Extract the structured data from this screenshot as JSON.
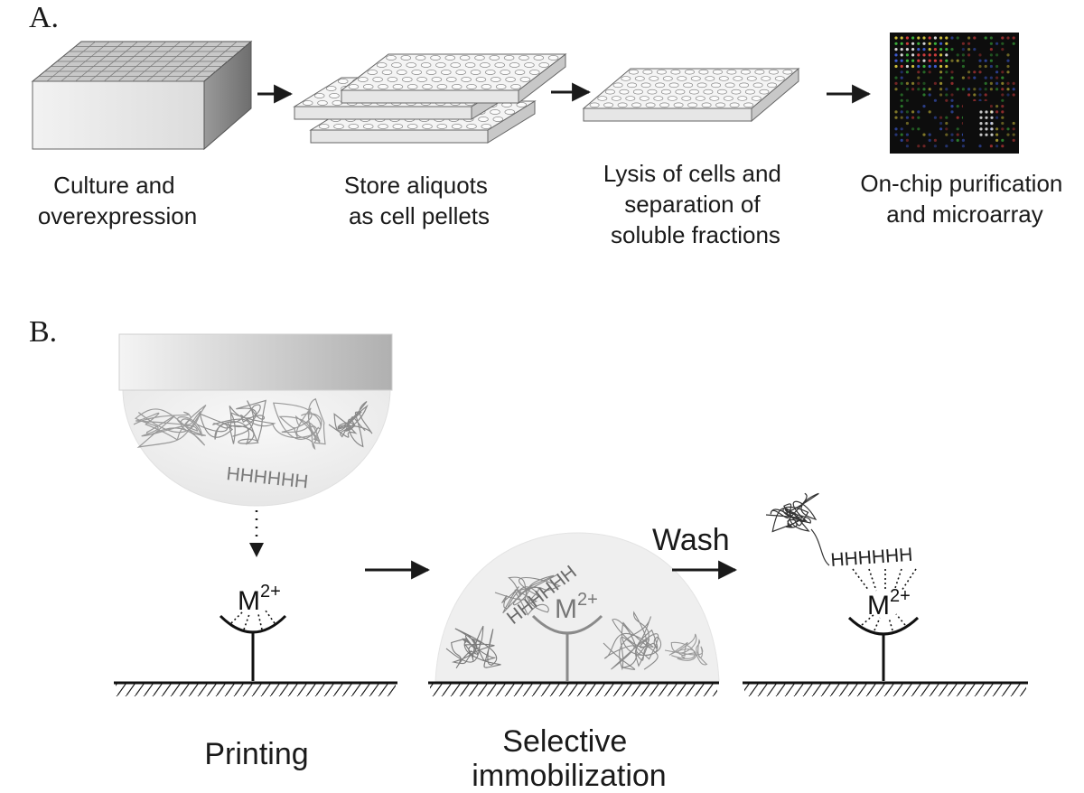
{
  "panel_a": {
    "label": "A.",
    "steps": [
      {
        "lines": [
          "Culture and",
          "overexpression"
        ]
      },
      {
        "lines": [
          "Store aliquots",
          "as cell pellets"
        ]
      },
      {
        "lines": [
          "Lysis of cells and",
          "separation of",
          "soluble fractions"
        ]
      },
      {
        "lines": [
          "On-chip purification",
          "and microarray"
        ]
      }
    ]
  },
  "panel_b": {
    "label": "B.",
    "metal_ion": {
      "symbol": "M",
      "charge": "2+"
    },
    "his_tag": "HHHHHH",
    "wash_label": "Wash",
    "captions": {
      "printing": "Printing",
      "selective": [
        "Selective",
        "immobilization"
      ]
    }
  },
  "colors": {
    "ink": "#1a1a1a",
    "microarray_bg": "#0d0d0d",
    "spot_red": "#e04040",
    "spot_green": "#40c040",
    "spot_yellow": "#e0d040",
    "spot_blue": "#4060e0",
    "spot_white": "#e8e8e8"
  }
}
